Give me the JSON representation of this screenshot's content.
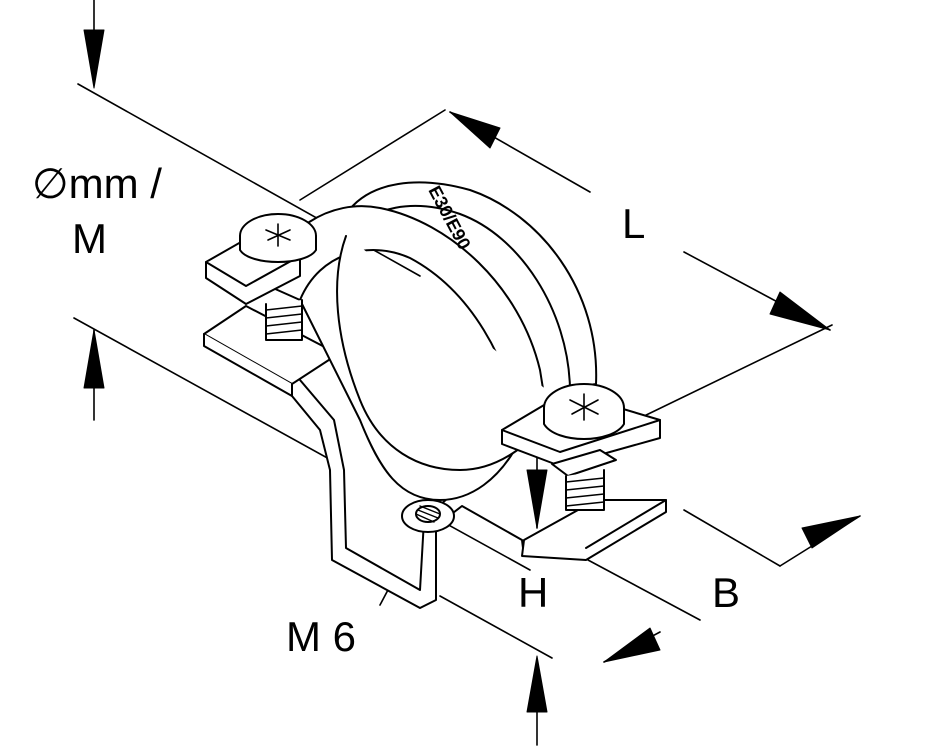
{
  "labels": {
    "diameter_line1": "∅mm /",
    "diameter_line2": "M",
    "length": "L",
    "height": "H",
    "width": "B",
    "thread": "M 6"
  },
  "stamp": "E30/E90",
  "colors": {
    "line": "#000000",
    "background": "#ffffff"
  }
}
